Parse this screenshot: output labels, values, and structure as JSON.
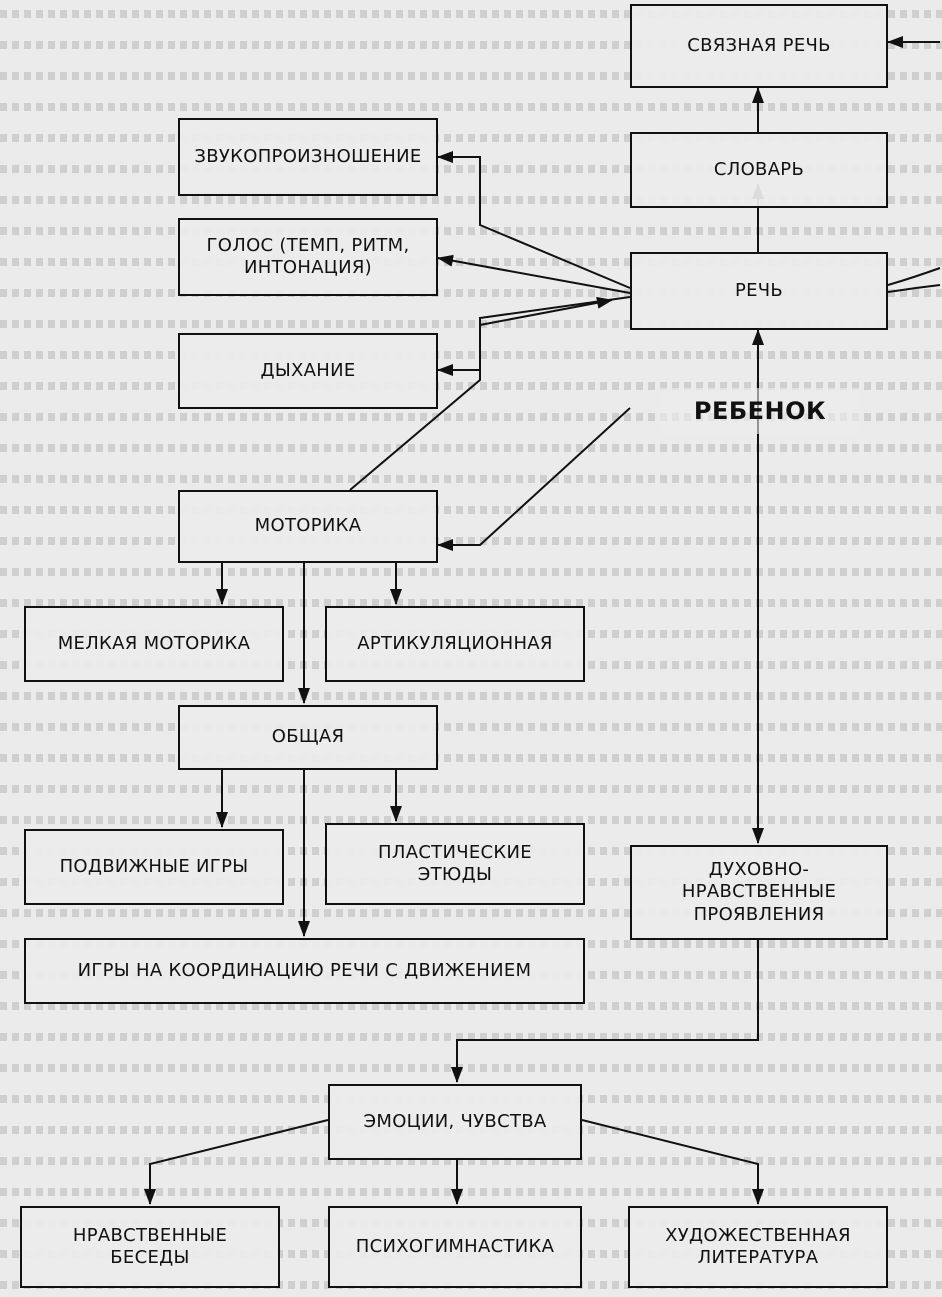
{
  "nodes": {
    "connected_speech": "СВЯЗНАЯ РЕЧЬ",
    "vocabulary": "СЛОВАРЬ",
    "speech": "РЕЧЬ",
    "child": "РЕБЕНОК",
    "pronunciation": "ЗВУКОПРОИЗНОШЕНИЕ",
    "voice": "ГОЛОС (ТЕМП, РИТМ, ИНТОНАЦИЯ)",
    "breathing": "ДЫХАНИЕ",
    "motor_skills": "МОТОРИКА",
    "fine_motor": "МЕЛКАЯ МОТОРИКА",
    "articulation": "АРТИКУЛЯЦИОННАЯ",
    "general": "ОБЩАЯ",
    "active_games": "ПОДВИЖНЫЕ ИГРЫ",
    "plastic_etudes": "ПЛАСТИЧЕСКИЕ ЭТЮДЫ",
    "coordination_games": "ИГРЫ НА КООРДИНАЦИЮ РЕЧИ С ДВИЖЕНИЕМ",
    "spiritual_moral": "ДУХОВНО-НРАВСТВЕННЫЕ ПРОЯВЛЕНИЯ",
    "emotions": "ЭМОЦИИ, ЧУВСТВА",
    "moral_talks": "НРАВСТВЕННЫЕ БЕСЕДЫ",
    "psycho_gymnastics": "ПСИХОГИМНАСТИКА",
    "fiction": "ХУДОЖЕСТВЕННАЯ ЛИТЕРАТУРА"
  },
  "colors": {
    "line": "#111111",
    "paper": "#ebebeb"
  }
}
